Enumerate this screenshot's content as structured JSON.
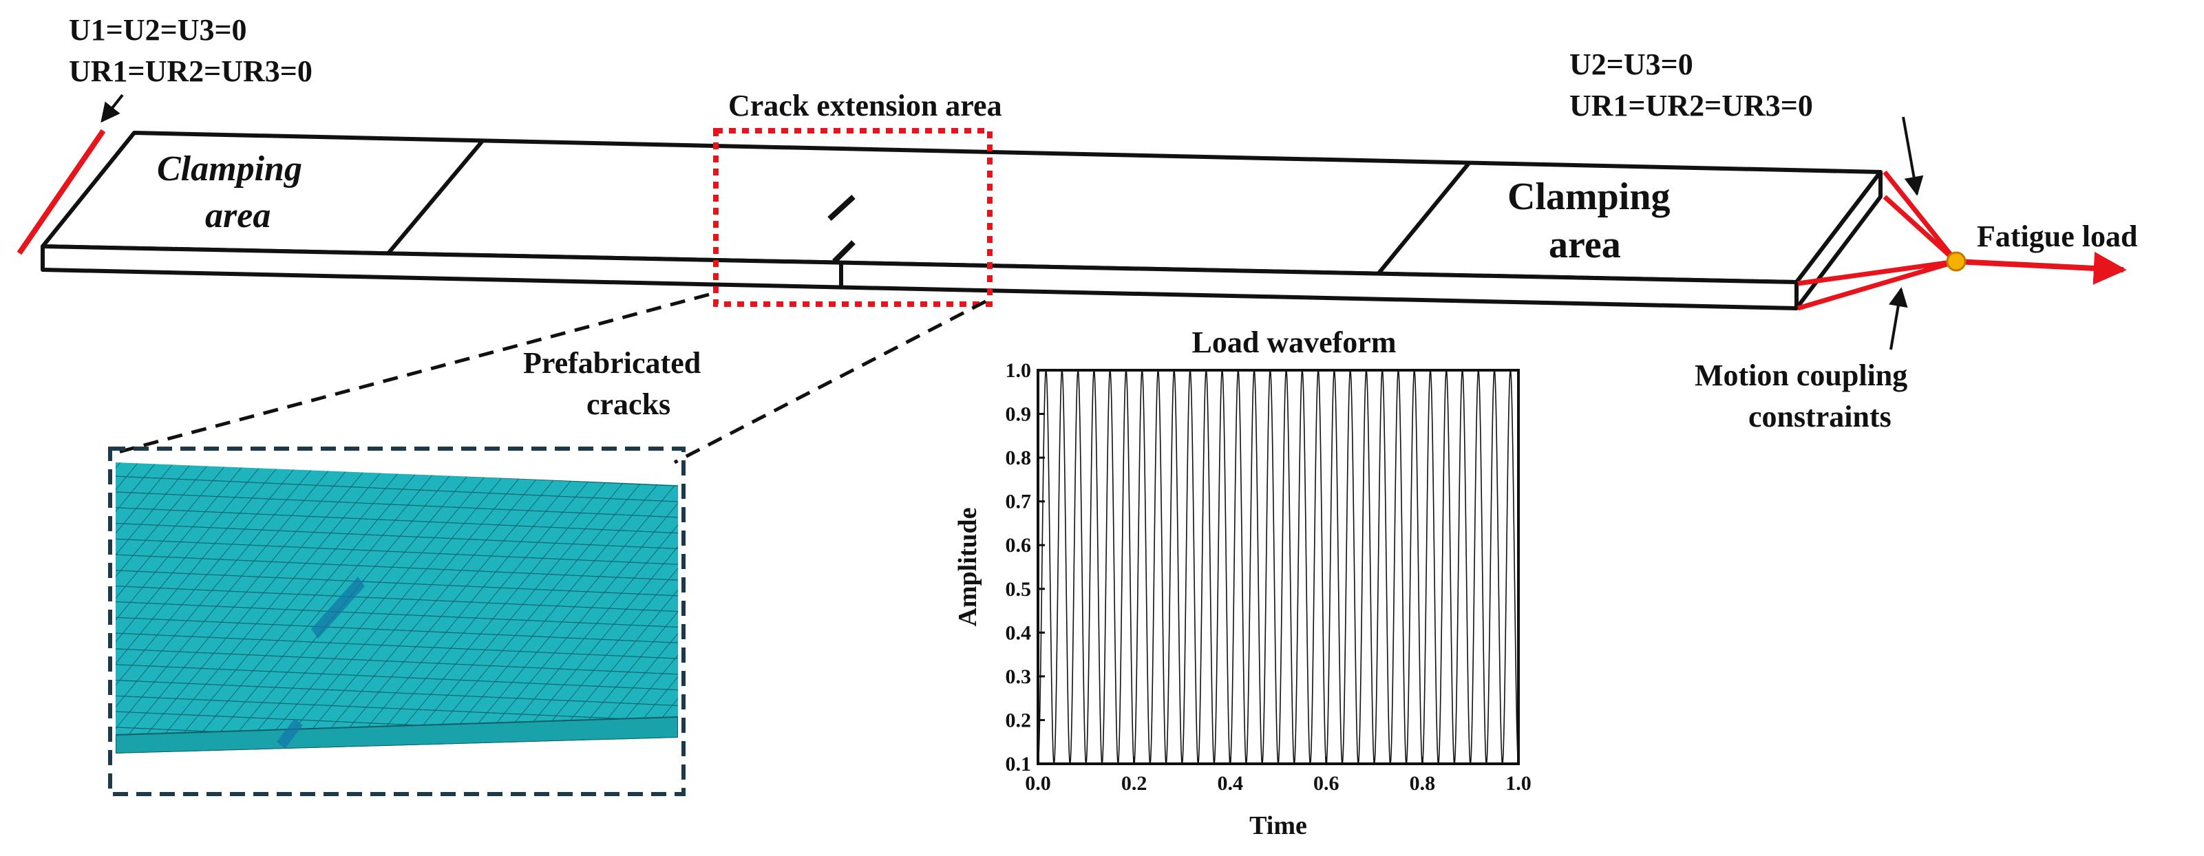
{
  "labels": {
    "left_bc_line1": "U1=U2=U3=0",
    "left_bc_line2": "UR1=UR2=UR3=0",
    "right_bc_line1": "U2=U3=0",
    "right_bc_line2": "UR1=UR2=UR3=0",
    "crack_extension_area": "Crack extension area",
    "clamping_left_line1": "Clamping",
    "clamping_left_line2": "area",
    "clamping_right_line1": "Clamping",
    "clamping_right_line2": "area",
    "fatigue_load": "Fatigue load",
    "prefab_line1": "Prefabricated",
    "prefab_line2": "cracks",
    "motion_line1": "Motion coupling",
    "motion_line2": "constraints"
  },
  "colors": {
    "constraint_red": "#e8141b",
    "coupling_point": "#f5b000",
    "mesh_fill": "#1fb3bd",
    "mesh_line": "#0d5e66",
    "inset_border": "#1c3a4a"
  },
  "chart_data": {
    "type": "line",
    "title": "Load waveform",
    "xlabel": "Time",
    "ylabel": "Amplitude",
    "xlim": [
      0.0,
      1.0
    ],
    "ylim": [
      0.1,
      1.0
    ],
    "xticks": [
      "0.0",
      "0.2",
      "0.4",
      "0.6",
      "0.8",
      "1.0"
    ],
    "yticks": [
      "0.1",
      "0.2",
      "0.3",
      "0.4",
      "0.5",
      "0.6",
      "0.7",
      "0.8",
      "0.9",
      "1.0"
    ],
    "grid": false,
    "series": [
      {
        "cycles": 30,
        "min": 0.1,
        "max": 1.0,
        "shape": "sine"
      }
    ]
  }
}
